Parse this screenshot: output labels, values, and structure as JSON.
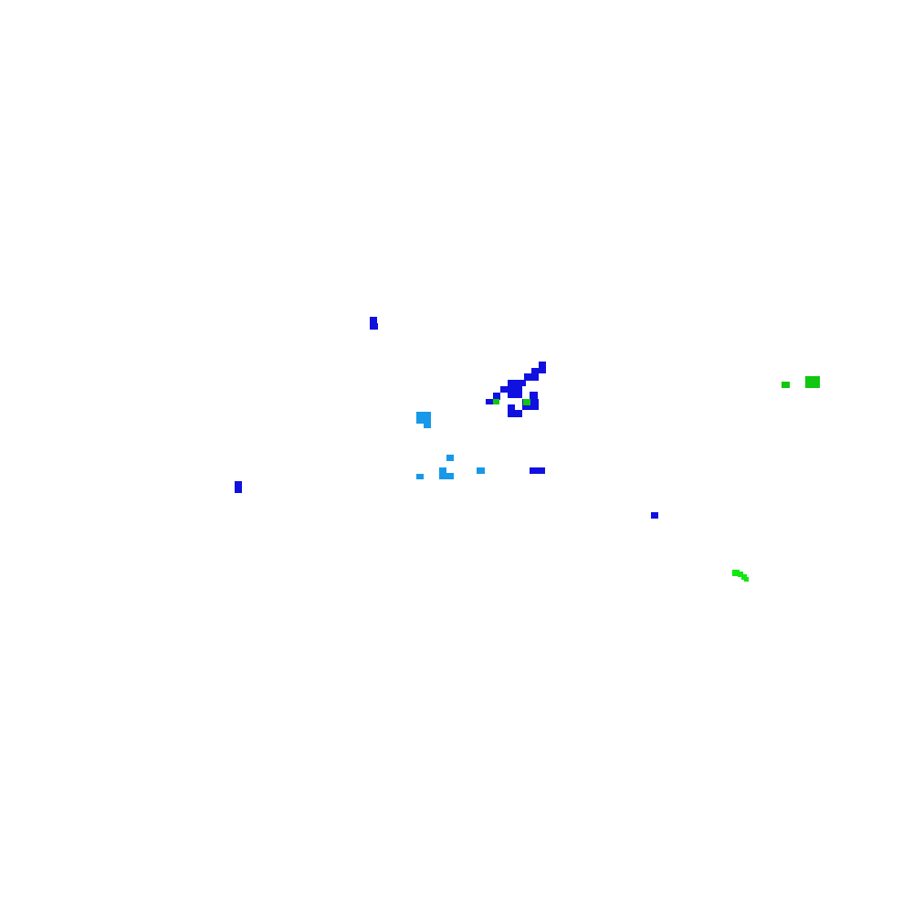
{
  "colors": {
    "background": "#ffffff",
    "blue": "#1010e0",
    "light_blue": "#1898e8",
    "green": "#10c810",
    "bright_green": "#10e810"
  },
  "cluster_names": [
    "blue-dot-top-left",
    "blue-cluster-center",
    "green-dots-in-center-cluster",
    "light-blue-blob",
    "light-blue-scatter",
    "blue-dash",
    "blue-dot-left",
    "blue-dot-bottom",
    "green-cluster-right",
    "green-streak-bottom-right"
  ]
}
